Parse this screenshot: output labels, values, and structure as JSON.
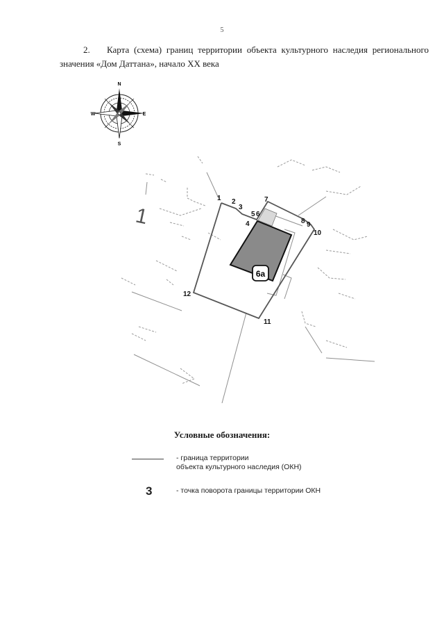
{
  "page": {
    "number": "5"
  },
  "heading": {
    "num": "2.",
    "text": "Карта (схема) границ территории объекта культурного наследия регионального значения «Дом Даттана», начало XX века"
  },
  "compass": {
    "north": "N",
    "south": "S",
    "east": "E",
    "west": "W"
  },
  "map": {
    "point_labels": [
      "1",
      "2",
      "3",
      "4",
      "5",
      "6",
      "7",
      "8",
      "9",
      "10",
      "11",
      "12"
    ],
    "building_label": "6а",
    "neighbor_label": "1",
    "colors": {
      "boundary": "#555555",
      "building_fill": "#8a8a8a",
      "building_stroke": "#111111"
    }
  },
  "legend": {
    "title": "Условные обозначения:",
    "line_text": "- граница территории\nобъекта культурного наследия (ОКН)",
    "point_symbol": "3",
    "point_text": "- точка поворота границы территории ОКН"
  }
}
